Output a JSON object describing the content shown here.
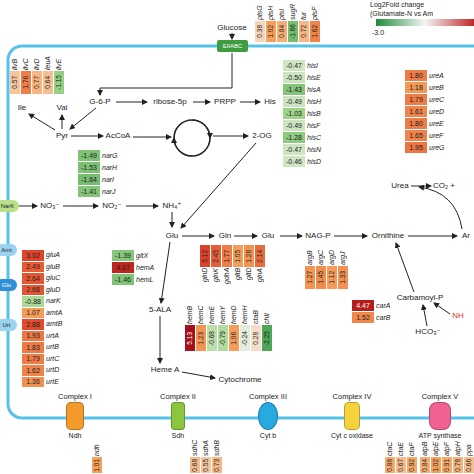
{
  "diagram": {
    "nodes": [
      {
        "text": [
          "0.38",
          "ptsG"
        ]
      },
      {
        "text": [
          "1.02",
          "ptsH"
        ]
      },
      {
        "text": [
          "0.84",
          "ptsI"
        ]
      },
      {
        "text": [
          "-1.66",
          "sugR"
        ]
      },
      {
        "text": [
          "0.72",
          "fur"
        ]
      },
      {
        "text": [
          "1.62",
          "ptsF"
        ]
      },
      {
        "text": [
          "EIIABC"
        ]
      },
      {
        "text": [
          "0.57",
          "ilvB"
        ]
      },
      {
        "text": [
          "1.76",
          "ilvC"
        ]
      },
      {
        "text": [
          "0.77",
          "ilvD"
        ]
      },
      {
        "text": [
          "0.64",
          "leuA"
        ]
      },
      {
        "text": [
          "-1.15",
          "ilvE"
        ]
      },
      {
        "text": [
          "-0.47",
          "hisI"
        ]
      },
      {
        "text": [
          "-0.50",
          "hisE"
        ]
      },
      {
        "text": [
          "-1.43",
          "hisA"
        ]
      },
      {
        "text": [
          "-0.49",
          "hisH"
        ]
      },
      {
        "text": [
          "-1.03",
          "hisB"
        ]
      },
      {
        "text": [
          "-0.49",
          "hisF"
        ]
      },
      {
        "text": [
          "-1.28",
          "hisC"
        ]
      },
      {
        "text": [
          "-0.47",
          "hisN"
        ]
      },
      {
        "text": [
          "-0.46",
          "hisD"
        ]
      },
      {
        "text": [
          "1.80",
          "ureA"
        ]
      },
      {
        "text": [
          "1.18",
          "ureB"
        ]
      },
      {
        "text": [
          "1.79",
          "ureC"
        ]
      },
      {
        "text": [
          "1.61",
          "ureD"
        ]
      },
      {
        "text": [
          "1.80",
          "ureE"
        ]
      },
      {
        "text": [
          "1.65",
          "ureF"
        ]
      },
      {
        "text": [
          "1.95",
          "ureG"
        ]
      },
      {
        "text": [
          "-1.49",
          "narG"
        ]
      },
      {
        "text": [
          "-1.53",
          "narH"
        ]
      },
      {
        "text": [
          "-1.64",
          "narI"
        ]
      },
      {
        "text": [
          "-1.41",
          "narJ"
        ]
      },
      {
        "text": [
          "NarK"
        ]
      },
      {
        "text": [
          "3.02",
          "gluA"
        ]
      },
      {
        "text": [
          "2.49",
          "gluB"
        ]
      },
      {
        "text": [
          "2.64",
          "gluC"
        ]
      },
      {
        "text": [
          "2.68",
          "gluD"
        ]
      },
      {
        "text": [
          "-0.88",
          "narK"
        ]
      },
      {
        "text": [
          "1.07",
          "amtA"
        ]
      },
      {
        "text": [
          "2.88",
          "amtB"
        ]
      },
      {
        "text": [
          "1.93",
          "urtA"
        ]
      },
      {
        "text": [
          "1.83",
          "urtB"
        ]
      },
      {
        "text": [
          "1.79",
          "urtC"
        ]
      },
      {
        "text": [
          "1.62",
          "urtD"
        ]
      },
      {
        "text": [
          "1.36",
          "urtE"
        ]
      },
      {
        "text": [
          "Amt"
        ]
      },
      {
        "text": [
          "Glu"
        ]
      },
      {
        "text": [
          "Urt"
        ]
      },
      {
        "text": [
          "-1.39",
          "gltX"
        ]
      },
      {
        "text": [
          "4.17",
          "hemA"
        ]
      },
      {
        "text": [
          "-1.46",
          "hemL"
        ]
      },
      {
        "text": [
          "3.12",
          "glnD"
        ]
      },
      {
        "text": [
          "2.45",
          "glnK"
        ]
      },
      {
        "text": [
          "1.77",
          "gdhA"
        ]
      },
      {
        "text": [
          "1.05",
          "gltB"
        ]
      },
      {
        "text": [
          "1.28",
          "gltD"
        ]
      },
      {
        "text": [
          "2.14",
          "glnA"
        ]
      },
      {
        "text": [
          "1.27",
          "argB"
        ]
      },
      {
        "text": [
          "1.45",
          "argC"
        ]
      },
      {
        "text": [
          "1.12",
          "argD"
        ]
      },
      {
        "text": [
          "1.33",
          "argJ"
        ]
      },
      {
        "text": [
          "4.47",
          "carA"
        ]
      },
      {
        "text": [
          "1.52",
          "carB"
        ]
      },
      {
        "text": [
          "5.13",
          "hemB"
        ]
      },
      {
        "text": [
          "1.23",
          "hemC"
        ]
      },
      {
        "text": [
          "-0.68",
          "hemE"
        ]
      },
      {
        "text": [
          "-0.79",
          "hemY"
        ]
      },
      {
        "text": [
          "1.06",
          "hemD"
        ]
      },
      {
        "text": [
          "-0.24",
          "hemH"
        ]
      },
      {
        "text": [
          "0.28",
          "ctaB"
        ]
      },
      {
        "text": [
          "-2.25",
          "chlI"
        ]
      },
      {
        "text": [
          "Complex I",
          "Ndh"
        ]
      },
      {
        "text": [
          "Complex II",
          "Sdh"
        ]
      },
      {
        "text": [
          "Complex III",
          "Cyt b"
        ]
      },
      {
        "text": [
          "Complex IV",
          "Cyt c oxidase"
        ]
      },
      {
        "text": [
          "Complex V",
          "ATP synthase"
        ]
      },
      {
        "text": [
          "1.01",
          "ndh"
        ]
      },
      {
        "text": [
          "0.68",
          "sdhC"
        ]
      },
      {
        "text": [
          "0.55",
          "sdhA"
        ]
      },
      {
        "text": [
          "0.73",
          "sdhB"
        ]
      },
      {
        "text": [
          "0.88",
          "ctaC"
        ]
      },
      {
        "text": [
          "0.67",
          "ctaE"
        ]
      },
      {
        "text": [
          "0.92",
          "ctaF"
        ]
      },
      {
        "text": [
          "0.84",
          "atpB"
        ]
      },
      {
        "text": [
          "1.02",
          "atpE"
        ]
      },
      {
        "text": [
          "0.91",
          "atpF"
        ]
      },
      {
        "text": [
          "0.78",
          "atpH"
        ]
      },
      {
        "text": [
          "0.66",
          "ppa"
        ]
      }
    ],
    "labels": [
      "Log2Fold change",
      "(Glutamate-N vs Am",
      "Glucose",
      "Ile",
      "Val",
      "G-6-P",
      "ribose-5p",
      "PRPP",
      "His",
      "Pyr",
      "AcCoA",
      "2-OG",
      "NO₃⁻",
      "NO₂⁻",
      "NH₄⁺",
      "Urea",
      "CO₂ +",
      "Glu",
      "Gln",
      "Glu",
      "NAG-P",
      "Ornithine",
      "Ar",
      "Carbamoyl-P",
      "NH",
      "HCO₃⁻",
      "5-ALA",
      "Heme A",
      "Cytochrome"
    ],
    "legend": [
      {
        "text": "-3.0",
        "color": "#1e8c3a"
      }
    ]
  }
}
